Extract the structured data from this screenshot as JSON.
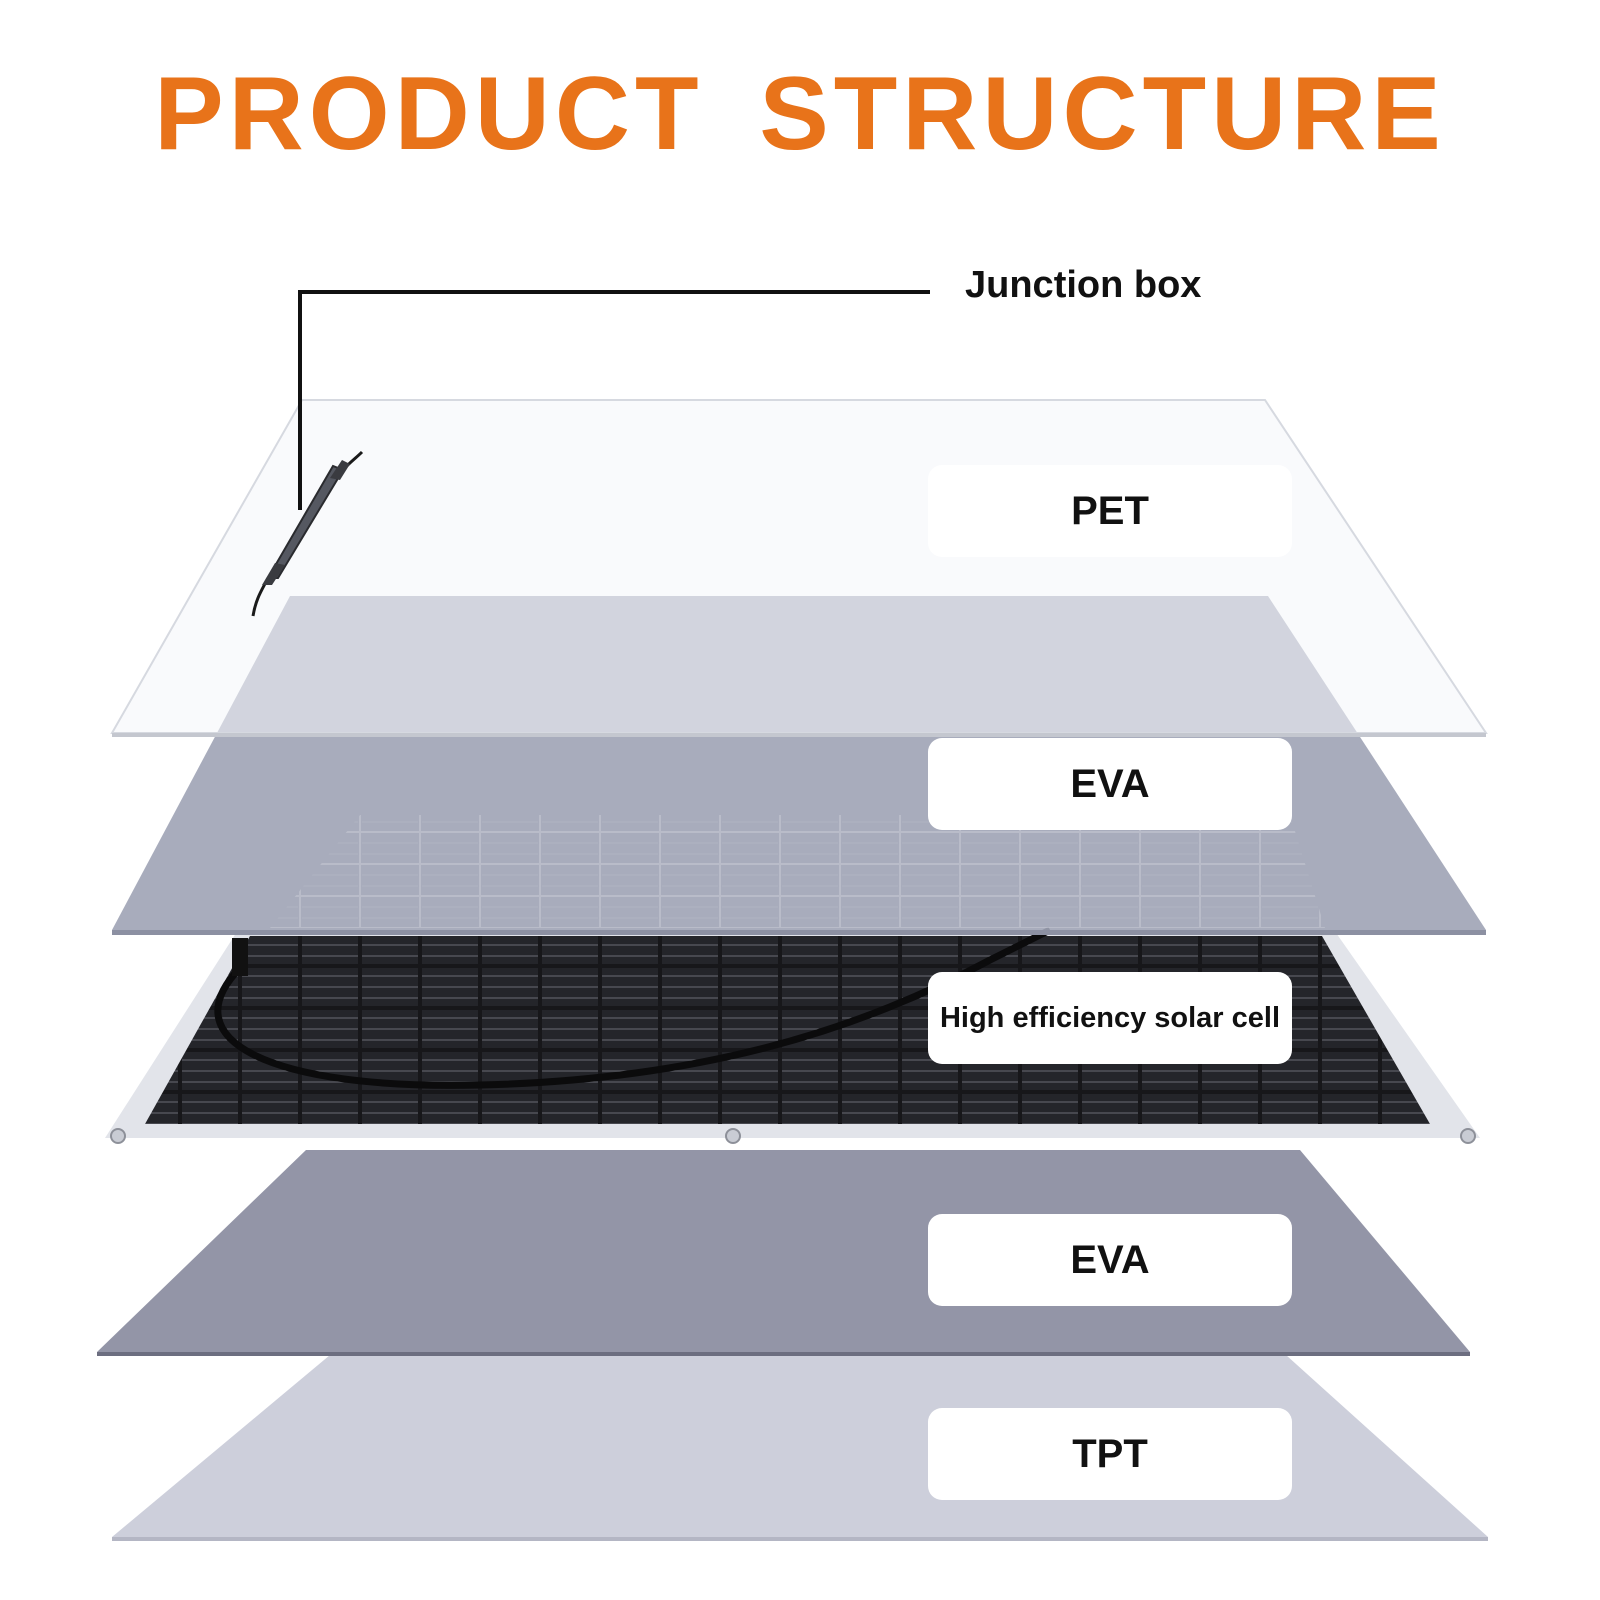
{
  "title": "PRODUCT  STRUCTURE",
  "callout": {
    "label": "Junction box"
  },
  "layers": [
    {
      "label": "PET"
    },
    {
      "label": "EVA"
    },
    {
      "label": "High efficiency solar cell"
    },
    {
      "label": "EVA"
    },
    {
      "label": "TPT"
    }
  ],
  "colors": {
    "title": "#E8731A",
    "pet": "#F4F6FA",
    "eva_top": "#9EA3B5",
    "solar_cell": "#1A1A1C",
    "eva_bottom": "#8A8C9F",
    "tpt": "#CDCFDB"
  }
}
